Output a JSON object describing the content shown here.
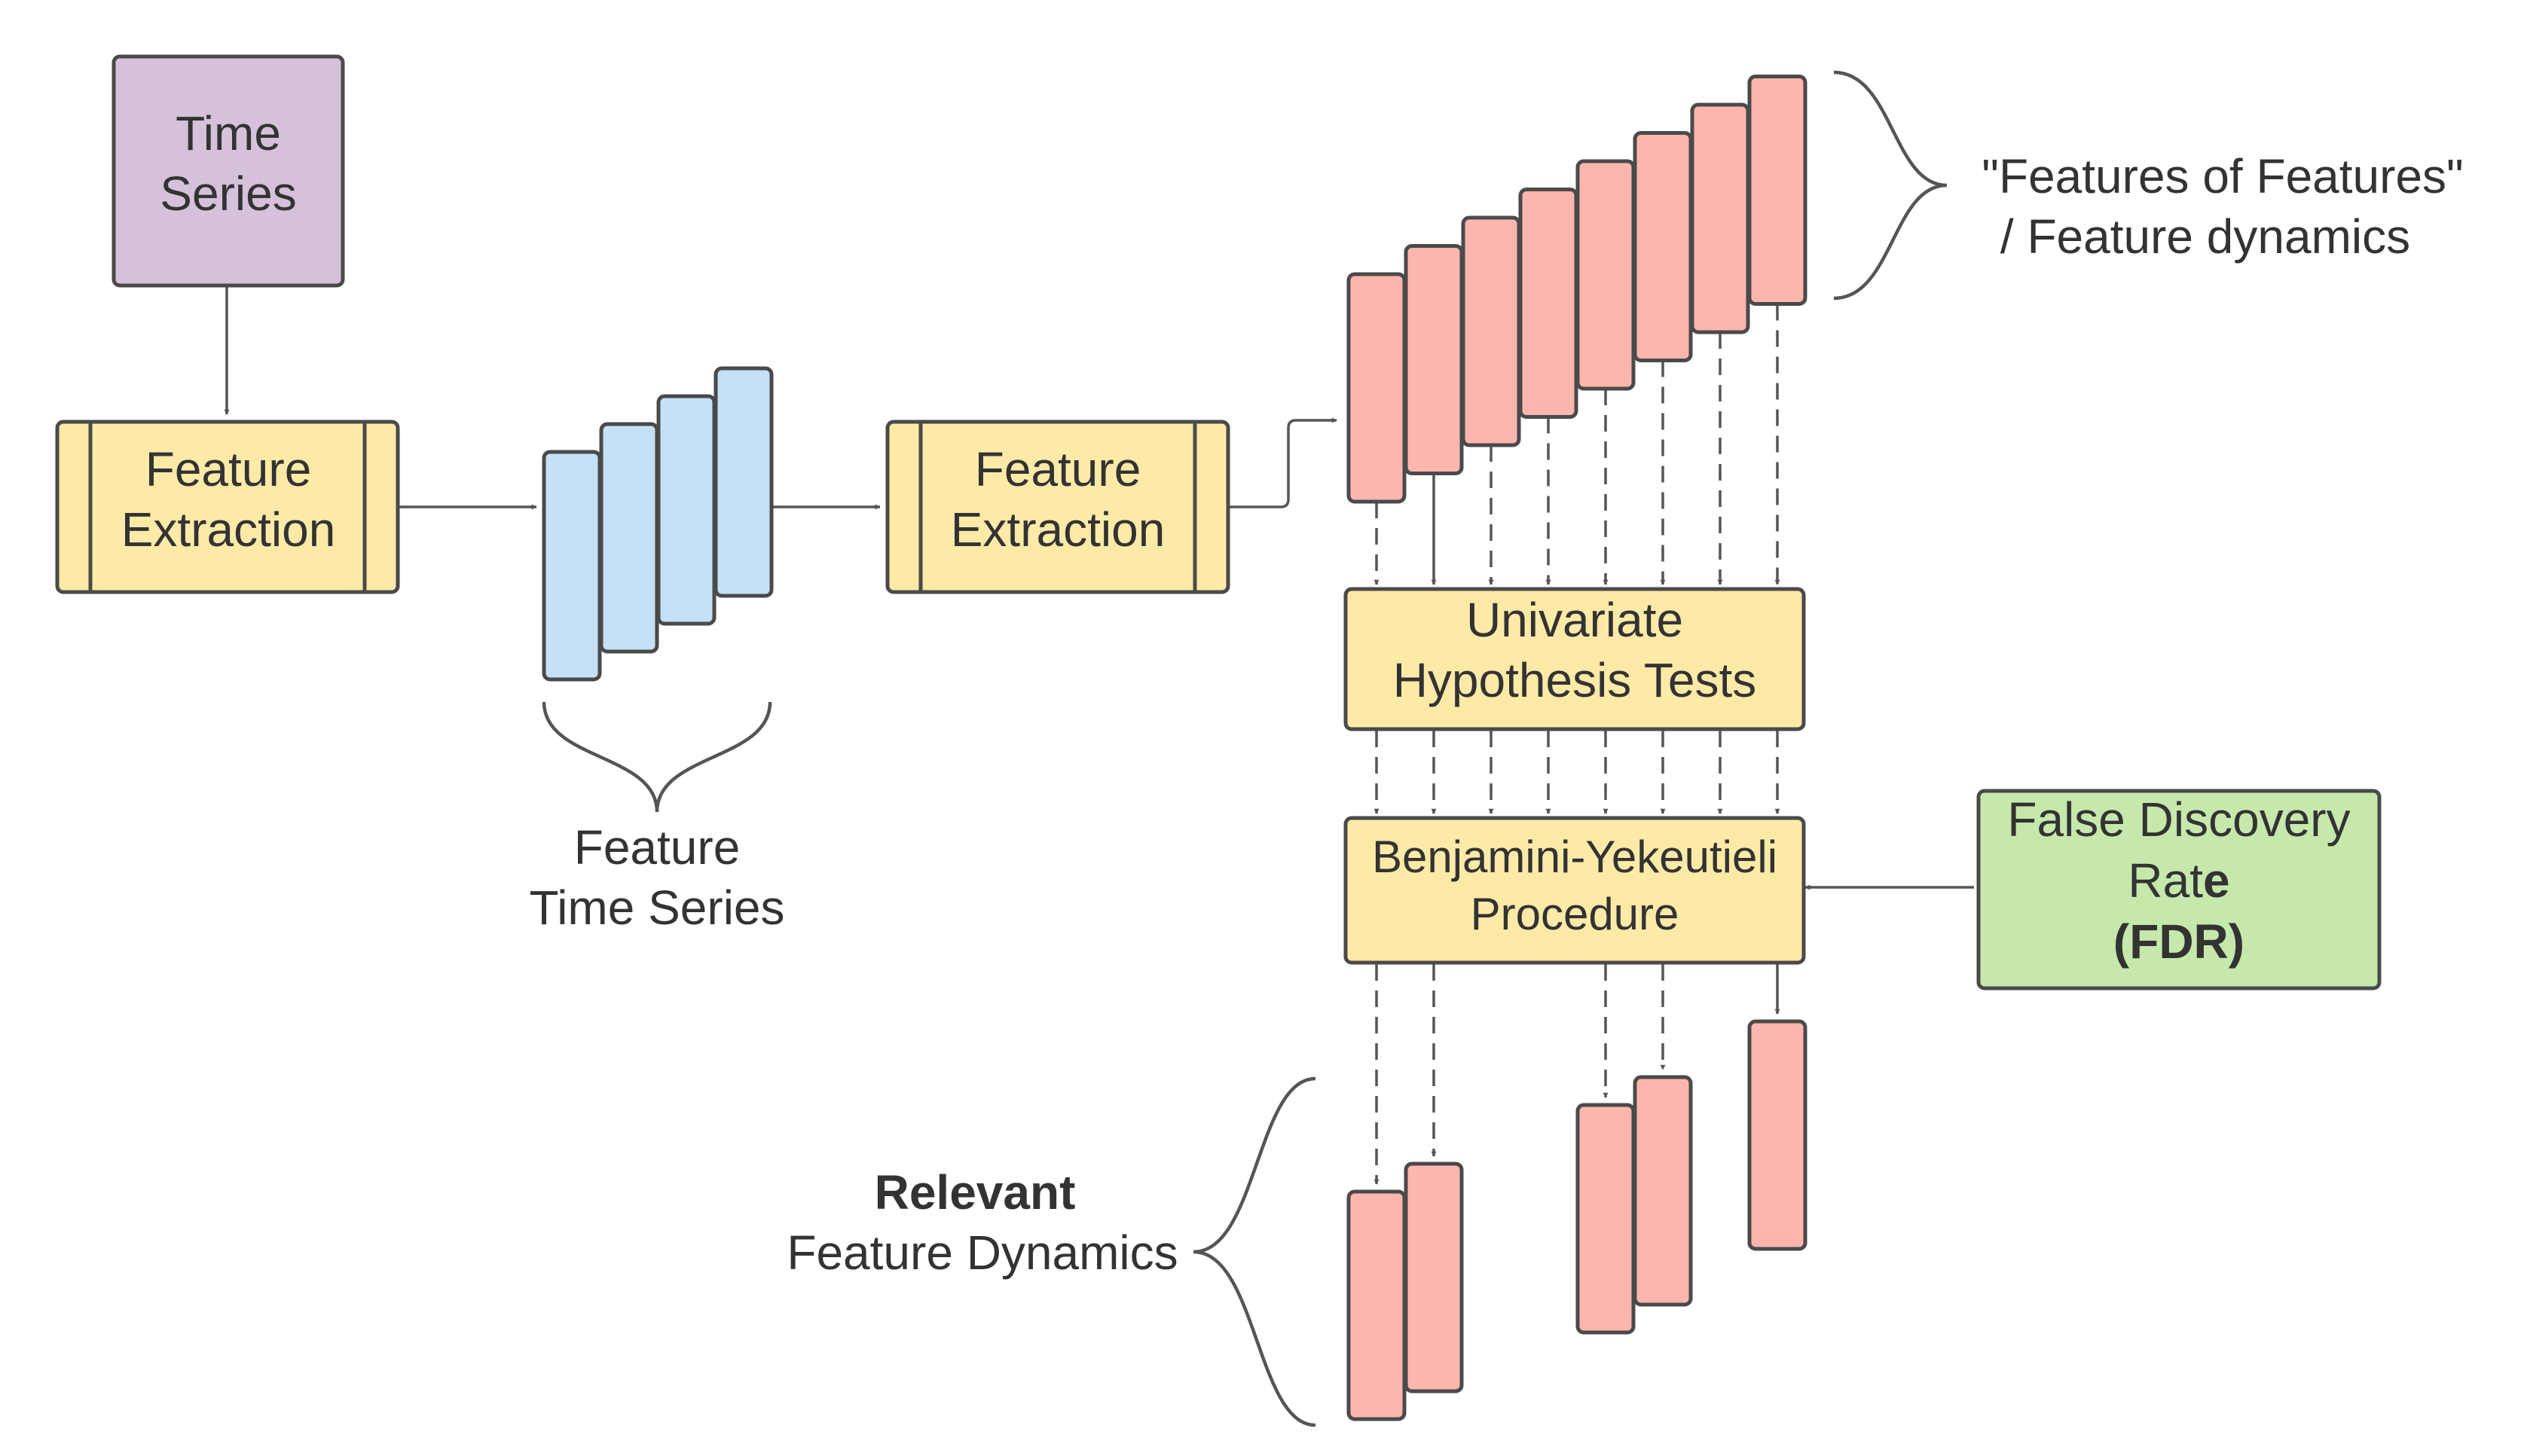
{
  "colors": {
    "time_series_fill": "#d5c1d9",
    "process_fill": "#fdeaa7",
    "feature_time_series_fill": "#c4e1f5",
    "feature_dynamics_fill": "#fdb6ae",
    "fdr_fill": "#c6e8ac",
    "stroke": "#4a4a4a",
    "text": "#333333"
  },
  "nodes": {
    "time_series": {
      "line1": "Time",
      "line2": "Series"
    },
    "feature_extraction_1": {
      "line1": "Feature",
      "line2": "Extraction"
    },
    "feature_extraction_2": {
      "line1": "Feature",
      "line2": "Extraction"
    },
    "hypothesis_tests": {
      "line1": "Univariate",
      "line2": "Hypothesis Tests"
    },
    "by_procedure": {
      "line1": "Benjamini-Yekeutieli",
      "line2": "Procedure"
    },
    "fdr": {
      "line1": "False Discovery",
      "line2_a": "Rat",
      "line2_b": "e",
      "line3": "(FDR)"
    }
  },
  "labels": {
    "feature_time_series": {
      "line1": "Feature",
      "line2": "Time Series"
    },
    "features_of_features": {
      "line1": "\"Features of Features\"",
      "line2": "/ Feature dynamics"
    },
    "relevant": {
      "line1": "Relevant",
      "line2": "Feature Dynamics"
    }
  },
  "feature_time_series_count": 4,
  "feature_dynamics_count": 8,
  "relevant_feature_dynamics_count": 5
}
